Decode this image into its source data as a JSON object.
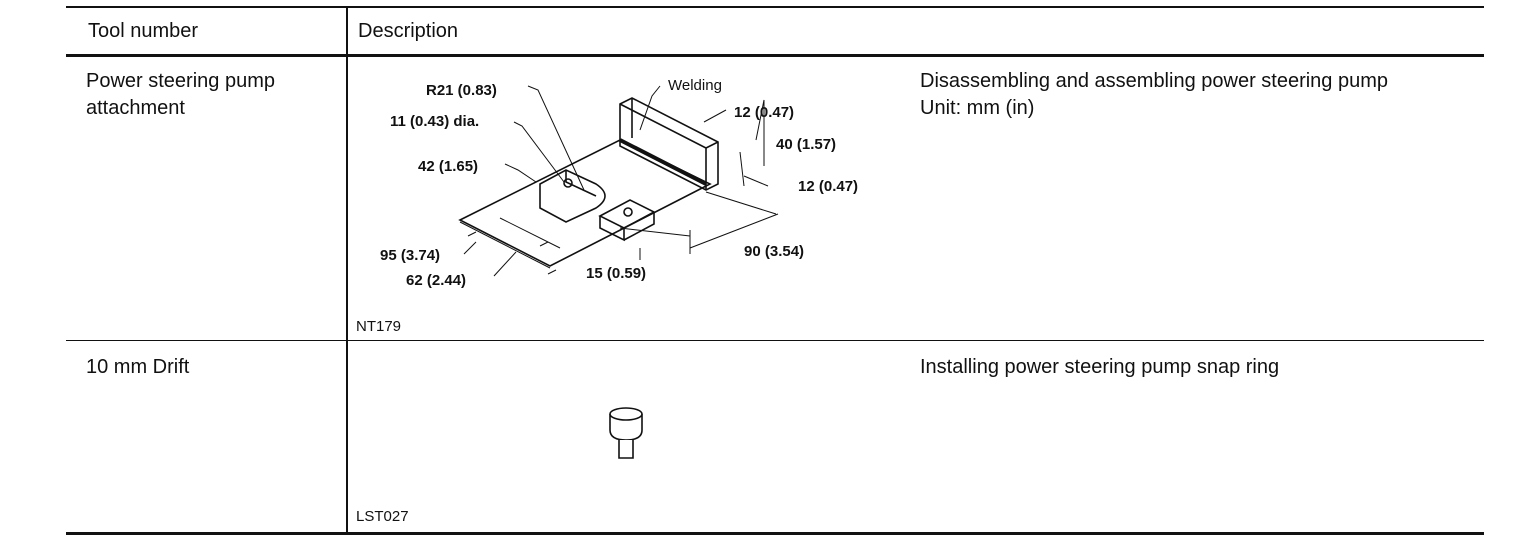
{
  "table": {
    "headers": {
      "tool_number": "Tool number",
      "description": "Description"
    },
    "rows": [
      {
        "tool_name": "Power steering pump attachment",
        "figure_code": "NT179",
        "description": "Disassembling and assembling power steering pump",
        "unit": "Unit: mm (in)",
        "dimensions": {
          "radius": "R21 (0.83)",
          "hole": "11 (0.43) dia.",
          "d42": "42 (1.65)",
          "d95": "95 (3.74)",
          "d62": "62 (2.44)",
          "d15": "15 (0.59)",
          "d90": "90 (3.54)",
          "welding": "Welding",
          "d12_top": "12 (0.47)",
          "d40": "40 (1.57)",
          "d12_side": "12 (0.47)"
        }
      },
      {
        "tool_name": "10 mm Drift",
        "figure_code": "LST027",
        "description": "Installing power steering pump snap ring"
      }
    ]
  }
}
